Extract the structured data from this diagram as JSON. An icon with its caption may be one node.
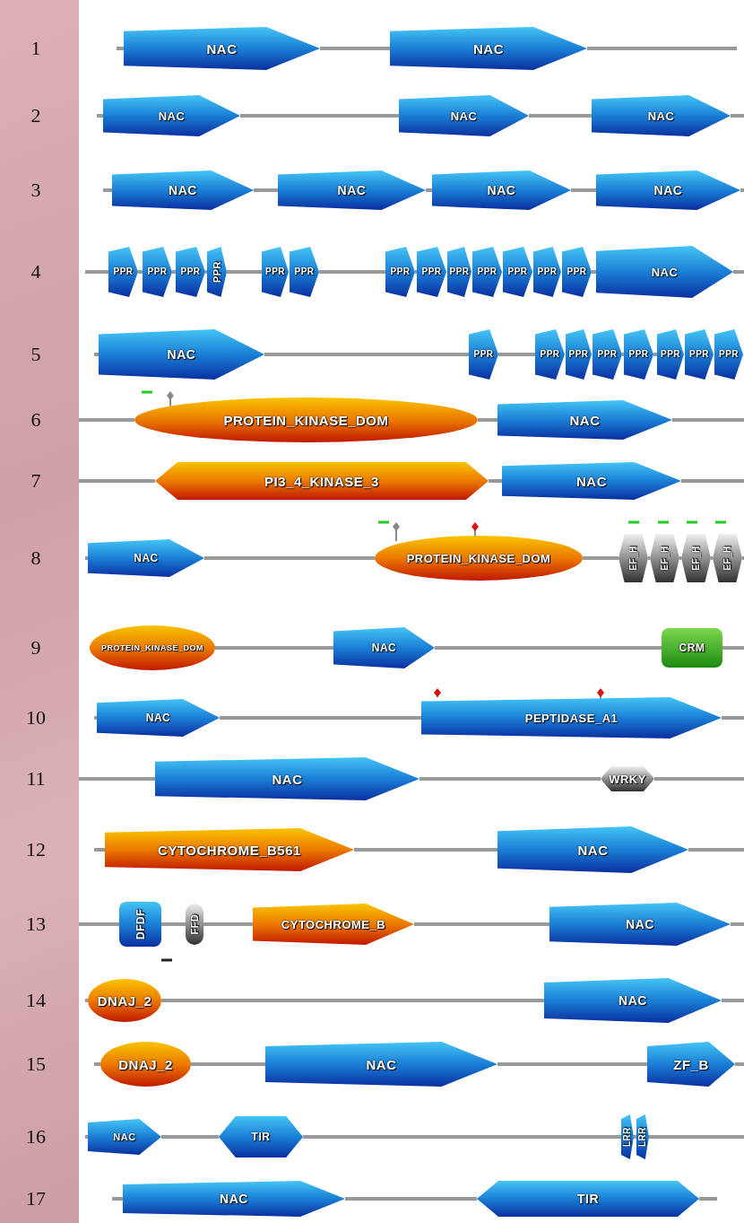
{
  "diagram": {
    "nodes": [
      {
        "text": [
          "NAC"
        ]
      },
      {
        "text": [
          "NAC"
        ]
      },
      {
        "text": [
          "NAC"
        ]
      },
      {
        "text": [
          "NAC"
        ]
      },
      {
        "text": [
          "NAC"
        ]
      },
      {
        "text": [
          "NAC"
        ]
      },
      {
        "text": [
          "NAC"
        ]
      },
      {
        "text": [
          "NAC"
        ]
      },
      {
        "text": [
          "NAC"
        ]
      },
      {
        "text": [
          "PPR"
        ]
      },
      {
        "text": [
          "PPR"
        ]
      },
      {
        "text": [
          "PPR"
        ]
      },
      {
        "text": [
          "PPR"
        ]
      },
      {
        "text": [
          "PPR"
        ]
      },
      {
        "text": [
          "PPR"
        ]
      },
      {
        "text": [
          "PPR"
        ]
      },
      {
        "text": [
          "PPR"
        ]
      },
      {
        "text": [
          "PPR"
        ]
      },
      {
        "text": [
          "PPR"
        ]
      },
      {
        "text": [
          "PPR"
        ]
      },
      {
        "text": [
          "PPR"
        ]
      },
      {
        "text": [
          "PPR"
        ]
      },
      {
        "text": [
          "NAC"
        ]
      },
      {
        "text": [
          "NAC"
        ]
      },
      {
        "text": [
          "PPR"
        ]
      },
      {
        "text": [
          "PPR"
        ]
      },
      {
        "text": [
          "PPR"
        ]
      },
      {
        "text": [
          "PPR"
        ]
      },
      {
        "text": [
          "PPR"
        ]
      },
      {
        "text": [
          "PPR"
        ]
      },
      {
        "text": [
          "PPR"
        ]
      },
      {
        "text": [
          "PPR"
        ]
      },
      {
        "text": [
          "PROTEIN_KINASE_DOM"
        ]
      },
      {
        "text": [
          "NAC"
        ]
      },
      {
        "text": [
          "PI3_4_KINASE_3"
        ]
      },
      {
        "text": [
          "NAC"
        ]
      },
      {
        "text": [
          "NAC"
        ]
      },
      {
        "text": [
          "PROTEIN_KINASE_DOM"
        ]
      },
      {
        "text": [
          "EF_H"
        ]
      },
      {
        "text": [
          "EF_H"
        ]
      },
      {
        "text": [
          "EF_H"
        ]
      },
      {
        "text": [
          "EF_H"
        ]
      },
      {
        "text": [
          "PROTEIN_KINASE_DOM"
        ]
      },
      {
        "text": [
          "NAC"
        ]
      },
      {
        "text": [
          "CRM"
        ]
      },
      {
        "text": [
          "NAC"
        ]
      },
      {
        "text": [
          "PEPTIDASE_A1"
        ]
      },
      {
        "text": [
          "NAC"
        ]
      },
      {
        "text": [
          "WRKY"
        ]
      },
      {
        "text": [
          "CYTOCHROME_B561"
        ]
      },
      {
        "text": [
          "NAC"
        ]
      },
      {
        "text": [
          "DFDF"
        ]
      },
      {
        "text": [
          "FFD"
        ]
      },
      {
        "text": [
          "CYTOCHROME_B"
        ]
      },
      {
        "text": [
          "NAC"
        ]
      },
      {
        "text": [
          "DNAJ_2"
        ]
      },
      {
        "text": [
          "NAC"
        ]
      },
      {
        "text": [
          "DNAJ_2"
        ]
      },
      {
        "text": [
          "NAC"
        ]
      },
      {
        "text": [
          "ZF_B"
        ]
      },
      {
        "text": [
          "NAC"
        ]
      },
      {
        "text": [
          "TIR"
        ]
      },
      {
        "text": [
          "LRR"
        ]
      },
      {
        "text": [
          "LRR"
        ]
      },
      {
        "text": [
          "NAC"
        ]
      },
      {
        "text": [
          "TIR"
        ]
      }
    ],
    "labels": [
      "1",
      "2",
      "3",
      "4",
      "5",
      "6",
      "7",
      "8",
      "9",
      "10",
      "11",
      "12",
      "13",
      "14",
      "15",
      "16",
      "17"
    ]
  }
}
